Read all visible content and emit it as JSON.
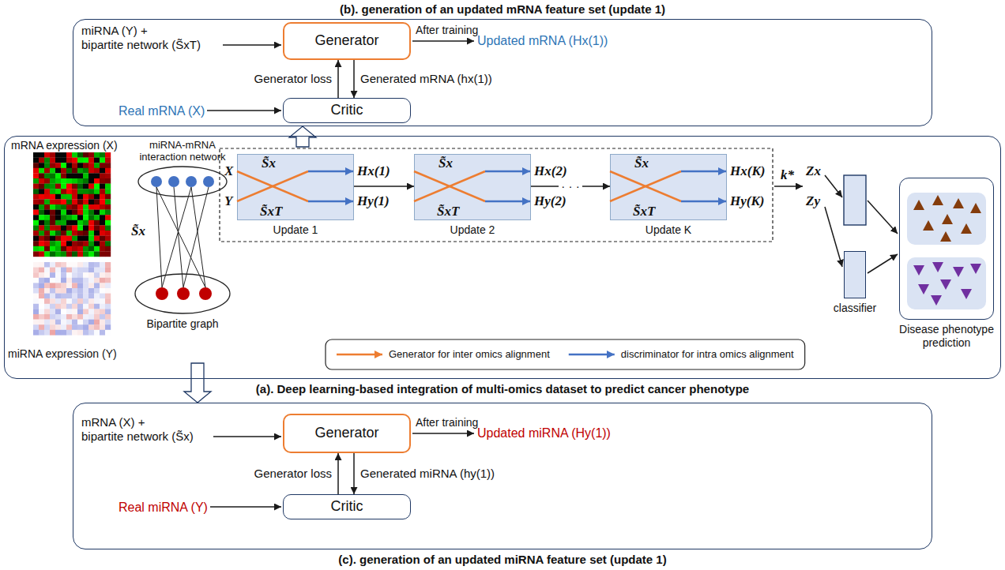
{
  "diagram": {
    "nodes": [
      {
        "text": [
          "(b). generation of an updated mRNA feature set (update 1)"
        ]
      },
      {
        "text": [
          "Generator"
        ],
        "in": 0
      },
      {
        "text": [
          "Critic"
        ],
        "in": 0
      },
      {
        "text": [
          "(a). Deep learning-based integration of multi-omics dataset to predict cancer phenotype"
        ]
      },
      {
        "text": [
          "miRNA-mRNA interaction network"
        ],
        "in": 3
      },
      {
        "text": [
          "Bipartite graph"
        ],
        "in": 3
      },
      {
        "text": [
          "S̃x",
          "S̃xT",
          "Update 1"
        ],
        "in": 3
      },
      {
        "text": [
          "S̃x",
          "S̃xT",
          "Update 2"
        ],
        "in": 3
      },
      {
        "text": [
          "S̃x",
          "S̃xT",
          "Update K"
        ],
        "in": 3
      },
      {
        "text": [
          "classifier"
        ],
        "in": 3
      },
      {
        "text": [
          "Disease phenotype prediction"
        ],
        "in": 3
      },
      {
        "text": [
          "(c). generation of an updated miRNA feature set (update 1)"
        ]
      },
      {
        "text": [
          "Generator"
        ],
        "in": 11
      },
      {
        "text": [
          "Critic"
        ],
        "in": 11
      }
    ],
    "edges": [
      {
        "from": 1,
        "to": 2,
        "arrow": "to",
        "label": "Generated mRNA (hx(1))"
      },
      {
        "from": 2,
        "to": 1,
        "arrow": "to",
        "label": "Generator loss"
      },
      {
        "from": 3,
        "to": 0,
        "arrow": "to"
      },
      {
        "from": 3,
        "to": 11,
        "arrow": "to"
      },
      {
        "from": 6,
        "to": 7,
        "arrow": "to"
      },
      {
        "from": 7,
        "to": 8,
        "arrow": "to",
        "label": "· · ·"
      },
      {
        "from": 12,
        "to": 13,
        "arrow": "to",
        "label": "Generated miRNA (hy(1))"
      },
      {
        "from": 13,
        "to": 12,
        "arrow": "to",
        "label": "Generator loss"
      }
    ],
    "labels": [
      "miRNA (Y) +",
      "bipartite network (S̃xT)",
      "After training",
      "Updated mRNA (Hx(1))",
      "Real mRNA (X)",
      "mRNA expression (X)",
      "S̃x",
      "miRNA expression (Y)",
      "X",
      "Y",
      "Hx(1)",
      "Hy(1)",
      "Hx(2)",
      "Hy(2)",
      "Hx(K)",
      "Hy(K)",
      "k*",
      "Zx",
      "Zy",
      "mRNA (X) +",
      "bipartite network (S̃x)",
      "After training",
      "Updated miRNA (Hy(1))",
      "Real miRNA (Y)"
    ],
    "legend": [
      {
        "text": "Generator for inter omics alignment"
      },
      {
        "text": "discriminator for intra omics alignment"
      }
    ]
  }
}
